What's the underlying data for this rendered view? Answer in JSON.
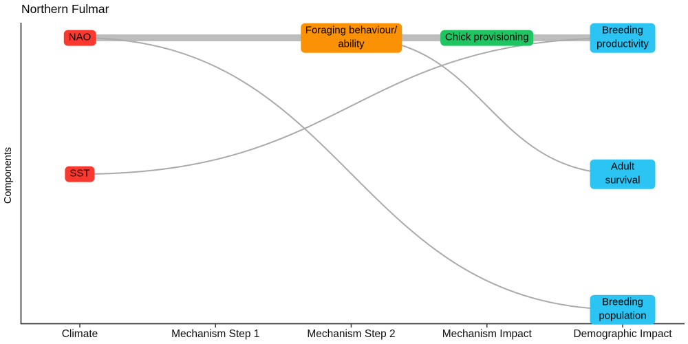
{
  "chart_data": {
    "type": "flow",
    "title": "Northern Fulmar",
    "xlabel": "",
    "ylabel": "Components",
    "legend": "none",
    "grid": "off",
    "stages": [
      "Climate",
      "Mechanism Step 1",
      "Mechanism Step 2",
      "Mechanism Impact",
      "Demographic Impact"
    ],
    "rows": [
      "top",
      "middle",
      "bottom"
    ],
    "nodes": [
      {
        "id": "nao",
        "label": "NAO",
        "stage": 0,
        "row": 0,
        "color": "#f9392f"
      },
      {
        "id": "sst",
        "label": "SST",
        "stage": 0,
        "row": 1,
        "color": "#f9392f"
      },
      {
        "id": "foraging",
        "label": "Foraging behaviour/ability",
        "lines": [
          "Foraging behaviour/",
          "ability"
        ],
        "stage": 2,
        "row": 0,
        "color": "#fb9104"
      },
      {
        "id": "chick-provisioning",
        "label": "Chick provisioning",
        "stage": 3,
        "row": 0,
        "color": "#1fc561"
      },
      {
        "id": "breeding-productivity",
        "label": "Breeding productivity",
        "stage": 4,
        "row": 0,
        "color": "#2bc4f3"
      },
      {
        "id": "adult-survival",
        "label": "Adult survival",
        "stage": 4,
        "row": 1,
        "color": "#2bc4f3"
      },
      {
        "id": "breeding-population",
        "label": "Breeding population",
        "stage": 4,
        "row": 2,
        "color": "#2bc4f3"
      }
    ],
    "edges": [
      {
        "from": "nao",
        "to": "foraging",
        "weight": "strong",
        "width": 10,
        "color": "#bdbdbd"
      },
      {
        "from": "foraging",
        "to": "chick-provisioning",
        "weight": "strong",
        "width": 10,
        "color": "#bdbdbd"
      },
      {
        "from": "chick-provisioning",
        "to": "breeding-productivity",
        "weight": "strong",
        "width": 10,
        "color": "#bdbdbd"
      },
      {
        "from": "nao",
        "to": "breeding-population",
        "weight": "weak",
        "width": 2,
        "color": "#aaaaaa"
      },
      {
        "from": "sst",
        "to": "breeding-productivity",
        "weight": "weak",
        "width": 2,
        "color": "#aaaaaa"
      },
      {
        "from": "foraging",
        "to": "adult-survival",
        "weight": "weak",
        "width": 2,
        "color": "#aaaaaa"
      }
    ]
  }
}
